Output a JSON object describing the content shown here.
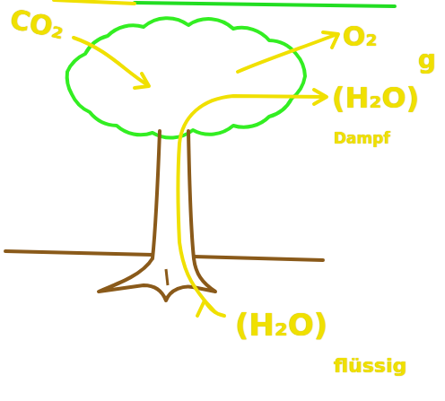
{
  "diagram": {
    "labels": [
      "CO₂",
      "O₂",
      "g",
      "(H₂O)",
      "Dampf",
      "(H₂O)",
      "flüssig"
    ]
  }
}
